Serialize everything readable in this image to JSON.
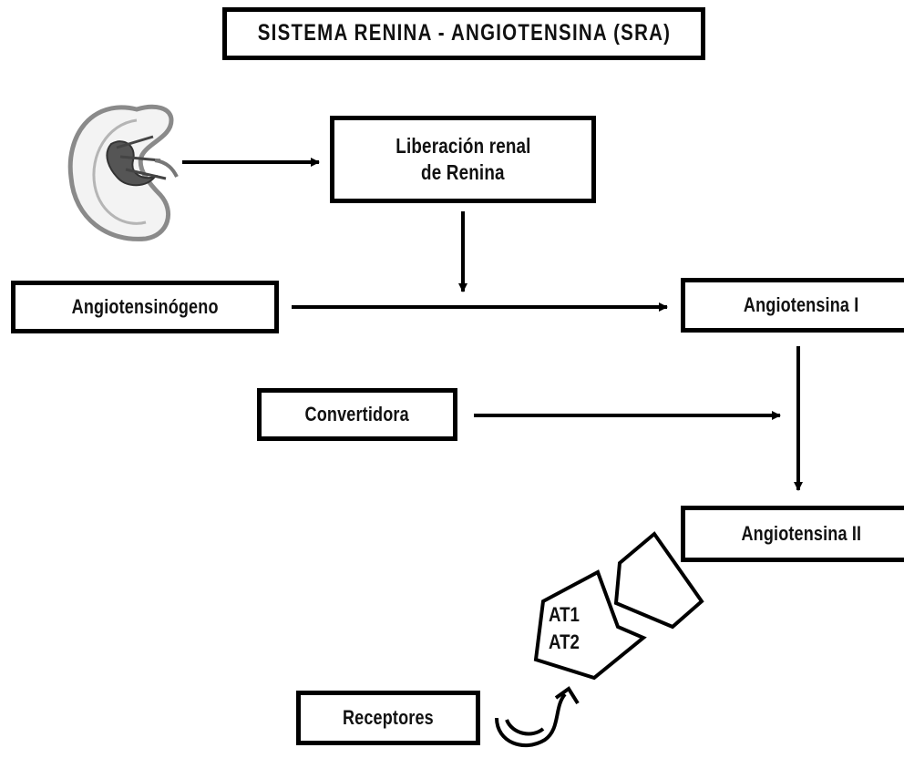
{
  "title": "SISTEMA RENINA - ANGIOTENSINA (SRA)",
  "nodes": {
    "renina_line1": "Liberación renal",
    "renina_line2": "de Renina",
    "angiotensinogeno": "Angiotensinógeno",
    "angiotensina_1": "Angiotensina I",
    "convertidora": "Convertidora",
    "angiotensina_2": "Angiotensina II",
    "receptores": "Receptores",
    "at1": "AT1",
    "at2": "AT2"
  },
  "colors": {
    "line": "#000000",
    "background": "#ffffff",
    "kidney": "#8a8a8a"
  }
}
